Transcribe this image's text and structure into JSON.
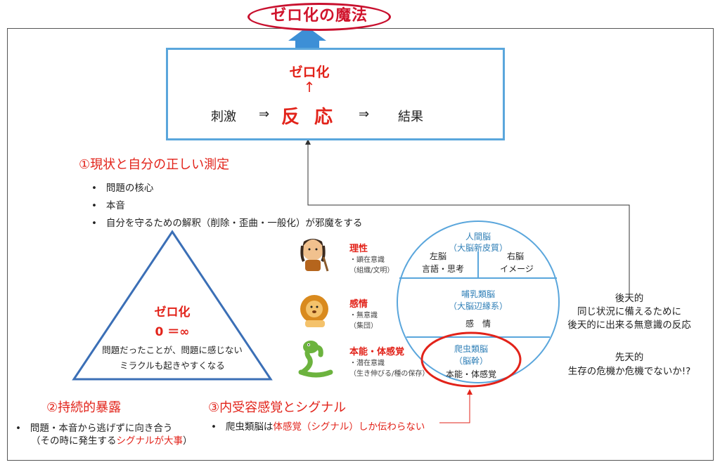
{
  "title": "ゼロ化の魔法",
  "main_box": {
    "zeroka": "ゼロ化",
    "up_arrow": "↑",
    "stimulus": "刺激",
    "arrow1": "⇒",
    "reaction": "反 応",
    "arrow2": "⇒",
    "result": "結果"
  },
  "section1": {
    "heading": "①現状と自分の正しい測定",
    "bullets": [
      "問題の核心",
      "本音",
      "自分を守るための解釈（削除・歪曲・一般化）が邪魔をする"
    ]
  },
  "triangle": {
    "title": "ゼロ化",
    "formula": "0 ＝∞",
    "line1": "問題だったことが、問題に感じない",
    "line2": "ミラクルも起きやすくなる"
  },
  "section2": {
    "heading": "②持続的暴露",
    "bullet_line1": "問題・本音から逃げずに向き合う",
    "bullet_line2_prefix": "（その時に発生する",
    "bullet_line2_red": "シグナルが大事",
    "bullet_line2_suffix": "）"
  },
  "section3": {
    "heading": "③内受容感覚とシグナル",
    "bullet_prefix": "爬虫類脳は",
    "bullet_red": "体感覚（シグナル）しか伝わらない"
  },
  "layers": [
    {
      "label": "理性",
      "sub1": "・顕在意識",
      "sub2": "（組織/文明）",
      "icon": "caveman-icon"
    },
    {
      "label": "感情",
      "sub1": "・無意識",
      "sub2": "（集団）",
      "icon": "lion-icon"
    },
    {
      "label": "本能・体感覚",
      "sub1": "・潜在意識",
      "sub2": "（生き伸びる/種の保存）",
      "icon": "snake-icon"
    }
  ],
  "brain": {
    "human_title": "人間脳",
    "human_sub": "（大脳新皮質）",
    "left_label": "左脳",
    "left_sub": "言語・思考",
    "right_label": "右脳",
    "right_sub": "イメージ",
    "mammal_title": "哺乳類脳",
    "mammal_sub": "（大脳辺縁系）",
    "mammal_body": "感　情",
    "reptile_title": "爬虫類脳",
    "reptile_sub": "（脳幹）",
    "reptile_body": "本能・体感覚"
  },
  "right_notes": {
    "acquired_title": "後天的",
    "acquired_line1": "同じ状況に備えるために",
    "acquired_line2": "後天的に出来る無意識の反応",
    "innate_title": "先天的",
    "innate_line1": "生存の危機か危機でないか!?"
  },
  "colors": {
    "red": "#e2231a",
    "blue": "#5aa6dc",
    "triangle": "#3b6fb6"
  }
}
